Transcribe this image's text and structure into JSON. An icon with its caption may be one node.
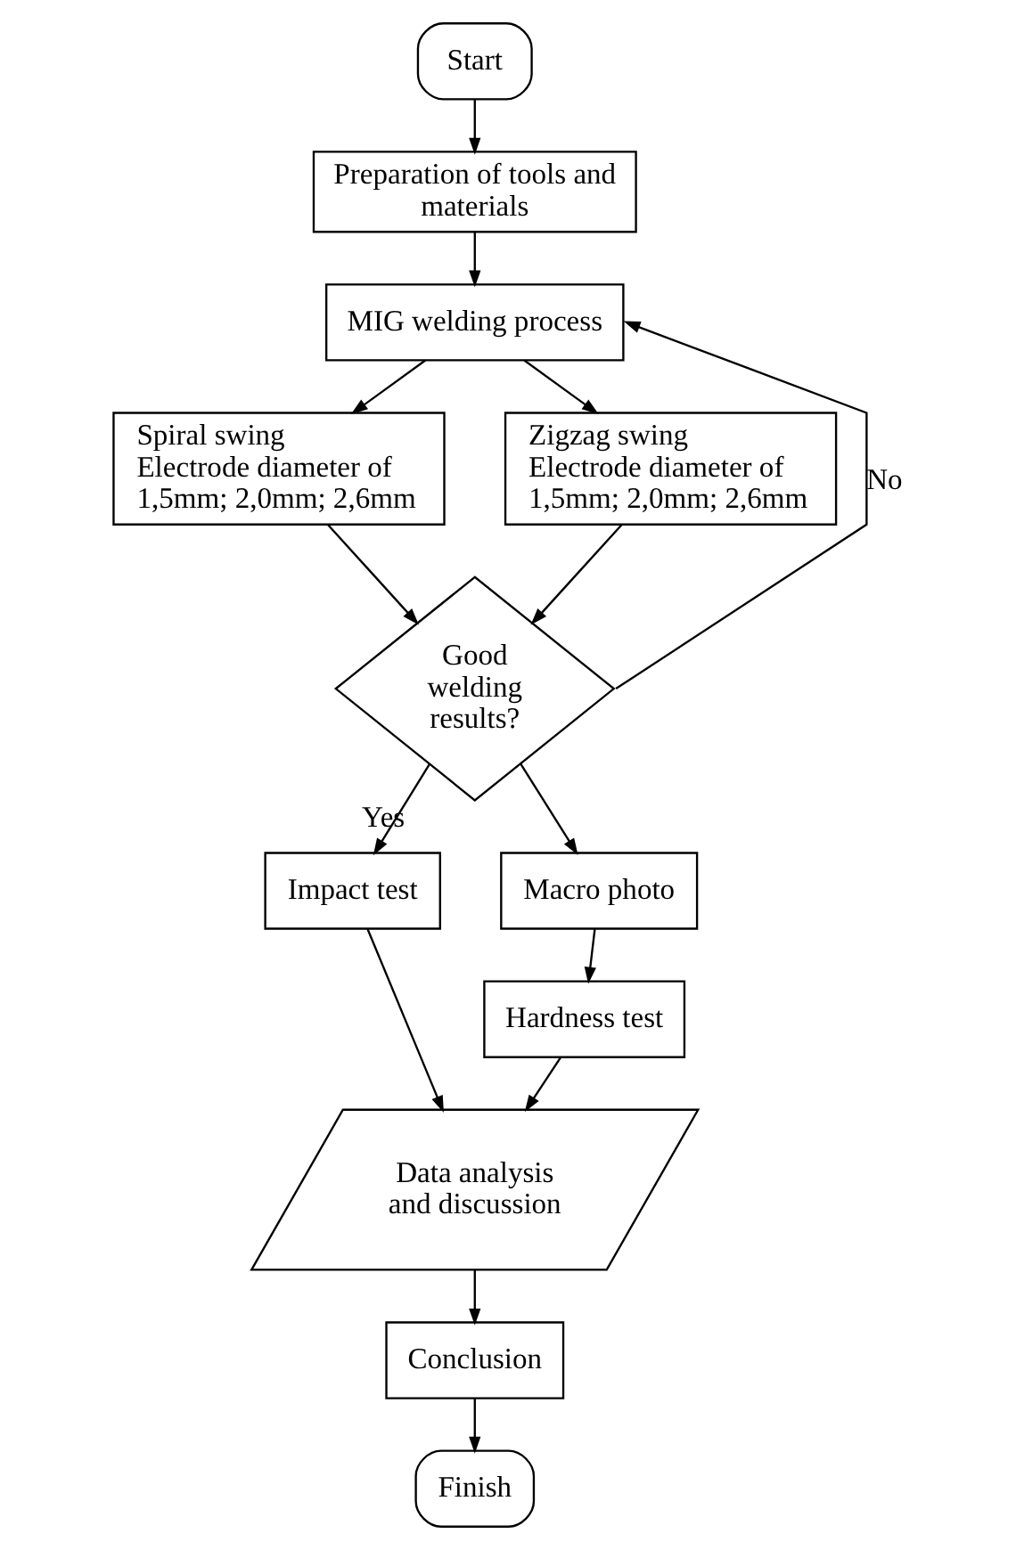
{
  "diagram": {
    "nodes": [
      {
        "text": [
          "Start"
        ]
      },
      {
        "text": [
          "Preparation of tools and materials"
        ]
      },
      {
        "text": [
          "MIG welding process"
        ]
      },
      {
        "text": [
          "Spiral swing",
          "Electrode diameter of 1,5mm; 2,0mm; 2,6mm"
        ]
      },
      {
        "text": [
          "Zigzag swing",
          "Electrode diameter of 1,5mm; 2,0mm; 2,6mm"
        ]
      },
      {
        "text": [
          "Good welding results?"
        ]
      },
      {
        "text": [
          "Impact test"
        ]
      },
      {
        "text": [
          "Macro photo"
        ]
      },
      {
        "text": [
          "Hardness test"
        ]
      },
      {
        "text": [
          "Data analysis and discussion"
        ]
      },
      {
        "text": [
          "Conclusion"
        ]
      },
      {
        "text": [
          "Finish"
        ]
      }
    ],
    "edges": [
      {
        "from": 0,
        "to": 1,
        "arrow": "to"
      },
      {
        "from": 1,
        "to": 2,
        "arrow": "to"
      },
      {
        "from": 2,
        "to": 3,
        "arrow": "to"
      },
      {
        "from": 2,
        "to": 4,
        "arrow": "to"
      },
      {
        "from": 3,
        "to": 5,
        "arrow": "to"
      },
      {
        "from": 4,
        "to": 5,
        "arrow": "to"
      },
      {
        "from": 5,
        "to": 6,
        "arrow": "to",
        "label": "Yes"
      },
      {
        "from": 5,
        "to": 7,
        "arrow": "to"
      },
      {
        "from": 7,
        "to": 8,
        "arrow": "to"
      },
      {
        "from": 6,
        "to": 9,
        "arrow": "to"
      },
      {
        "from": 8,
        "to": 9,
        "arrow": "to"
      },
      {
        "from": 9,
        "to": 10,
        "arrow": "to"
      },
      {
        "from": 10,
        "to": 11,
        "arrow": "to"
      },
      {
        "from": 5,
        "to": 2,
        "arrow": "to",
        "label": "No"
      }
    ]
  }
}
